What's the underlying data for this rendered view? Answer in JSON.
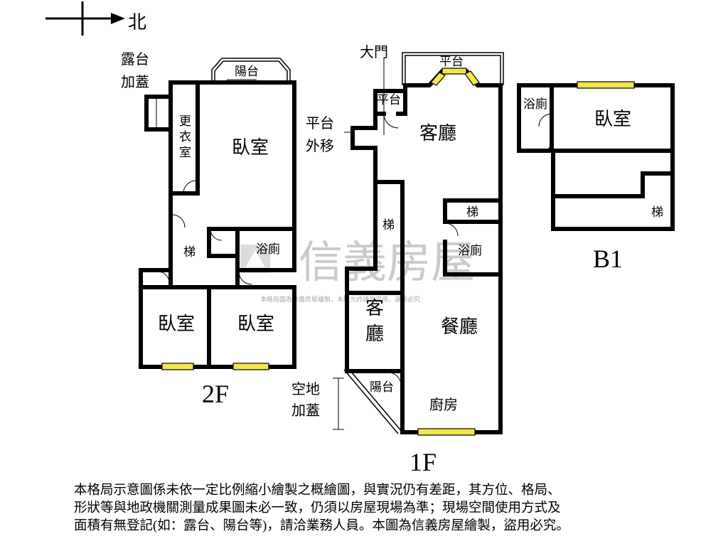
{
  "compass": {
    "direction": "北"
  },
  "floors": {
    "second": {
      "label": "2F",
      "rooms": {
        "terrace_cover": [
          "露台",
          "加蓋"
        ],
        "balcony": "陽台",
        "dressing": [
          "更",
          "衣",
          "室"
        ],
        "bedroom_main": "臥室",
        "stairs": "梯",
        "bath": "浴廁",
        "bedroom_left": "臥室",
        "bedroom_right": "臥室"
      }
    },
    "first": {
      "label": "1F",
      "rooms": {
        "main_door": "大門",
        "terrace_top": "平台",
        "terrace_side": "平台",
        "terrace_moved": [
          "平台",
          "外移"
        ],
        "living": "客廳",
        "stairs_left": "梯",
        "stairs_right": "梯",
        "bath": "浴廁",
        "living_small": [
          "客",
          "廳"
        ],
        "dining": "餐廳",
        "balcony": "陽台",
        "kitchen": "廚房",
        "vacant_cover": [
          "空地",
          "加蓋"
        ]
      }
    },
    "basement": {
      "label": "B1",
      "rooms": {
        "bath": "浴廁",
        "bedroom": "臥室",
        "stairs": "梯"
      }
    }
  },
  "watermark": {
    "brand": "信義房屋",
    "note": "本格局圖為信義房屋繪製，未經允許請勿盜用，違者必究"
  },
  "disclaimer": [
    "本格局示意圖係未依一定比例縮小繪製之概繪圖，與實況仍有差距，其方位、格局、",
    "形狀等與地政機關測量成果圖未必一致，仍須以房屋現場為準；現場空間使用方式及",
    "面積有無登記(如：露台、陽台等)，請洽業務人員。本圖為信義房屋繪製，盜用必究。"
  ],
  "colors": {
    "window": "#f2e64a",
    "wall": "#000000",
    "watermark": "#b9b9b9"
  }
}
